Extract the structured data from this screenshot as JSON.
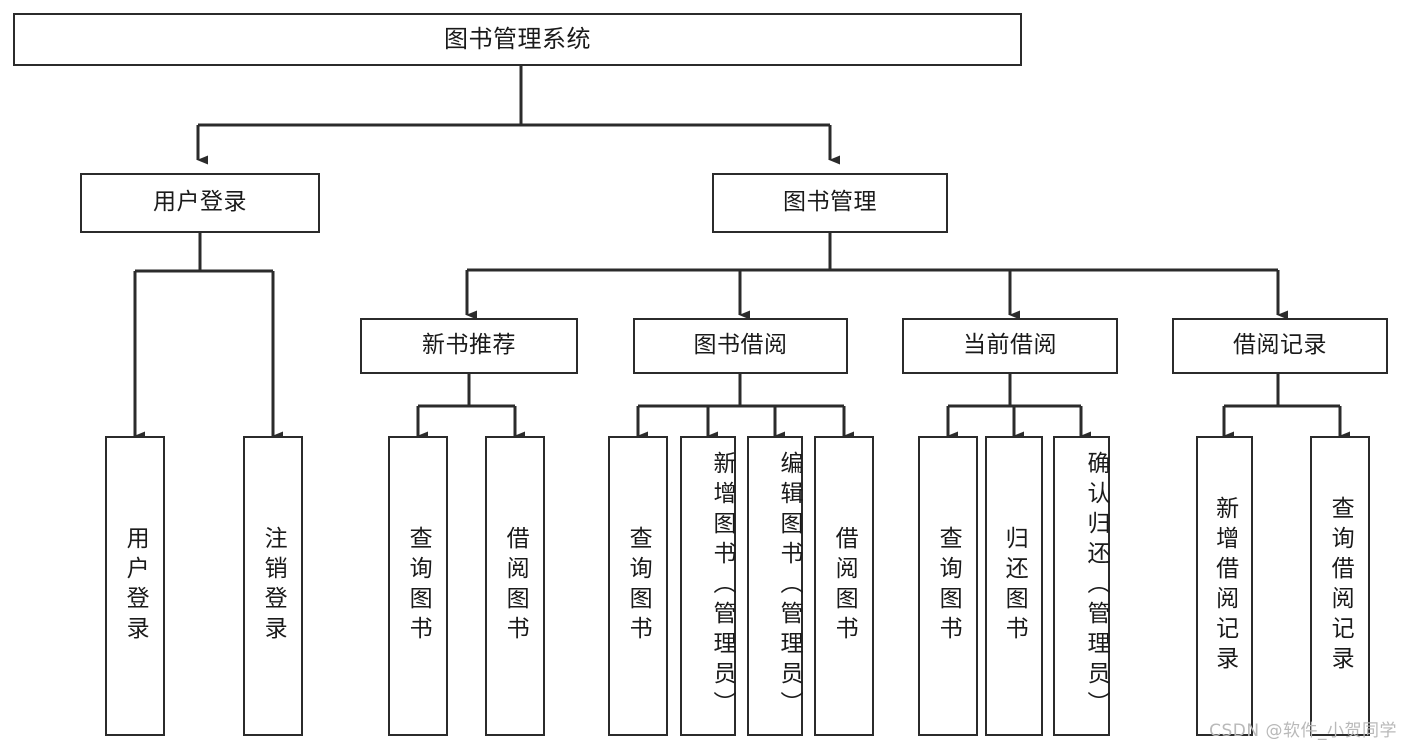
{
  "diagram": {
    "title": "图书管理系统",
    "type": "tree",
    "orientation": "top-down",
    "colors": {
      "box_border": "#2b2b2b",
      "box_fill": "#ffffff",
      "connector": "#2b2b2b",
      "text": "#1a1a1a",
      "watermark": "#b9b9b9",
      "background": "#ffffff"
    }
  },
  "watermark": {
    "text": "CSDN @软件_小贺同学"
  },
  "nodes": {
    "root": {
      "label": "图书管理系统",
      "level": 0
    },
    "level1": [
      {
        "id": "user-login",
        "label": "用户登录",
        "level": 1
      },
      {
        "id": "book-management",
        "label": "图书管理",
        "level": 1
      }
    ],
    "level2": [
      {
        "id": "new-book-recommend",
        "label": "新书推荐",
        "level": 2,
        "parent": "book-management"
      },
      {
        "id": "book-borrow",
        "label": "图书借阅",
        "level": 2,
        "parent": "book-management"
      },
      {
        "id": "current-borrow",
        "label": "当前借阅",
        "level": 2,
        "parent": "book-management"
      },
      {
        "id": "borrow-record",
        "label": "借阅记录",
        "level": 2,
        "parent": "book-management"
      }
    ],
    "leaves": [
      {
        "id": "leaf-user-login",
        "label": "用户登录",
        "parent": "user-login"
      },
      {
        "id": "leaf-user-logout",
        "label": "注销登录",
        "parent": "user-login"
      },
      {
        "id": "leaf-query-book-1",
        "label": "查询图书",
        "parent": "new-book-recommend"
      },
      {
        "id": "leaf-borrow-book-1",
        "label": "借阅图书",
        "parent": "new-book-recommend"
      },
      {
        "id": "leaf-query-book-2",
        "label": "查询图书",
        "parent": "book-borrow"
      },
      {
        "id": "leaf-add-book",
        "label": "新增图书（管理员）",
        "parent": "book-borrow"
      },
      {
        "id": "leaf-edit-book",
        "label": "编辑图书（管理员）",
        "parent": "book-borrow"
      },
      {
        "id": "leaf-borrow-book-2",
        "label": "借阅图书",
        "parent": "book-borrow"
      },
      {
        "id": "leaf-query-book-3",
        "label": "查询图书",
        "parent": "current-borrow"
      },
      {
        "id": "leaf-return-book",
        "label": "归还图书",
        "parent": "current-borrow"
      },
      {
        "id": "leaf-confirm-return",
        "label": "确认归还（管理员）",
        "parent": "current-borrow"
      },
      {
        "id": "leaf-add-record",
        "label": "新增借阅记录",
        "parent": "borrow-record"
      },
      {
        "id": "leaf-query-record",
        "label": "查询借阅记录",
        "parent": "borrow-record"
      }
    ]
  }
}
